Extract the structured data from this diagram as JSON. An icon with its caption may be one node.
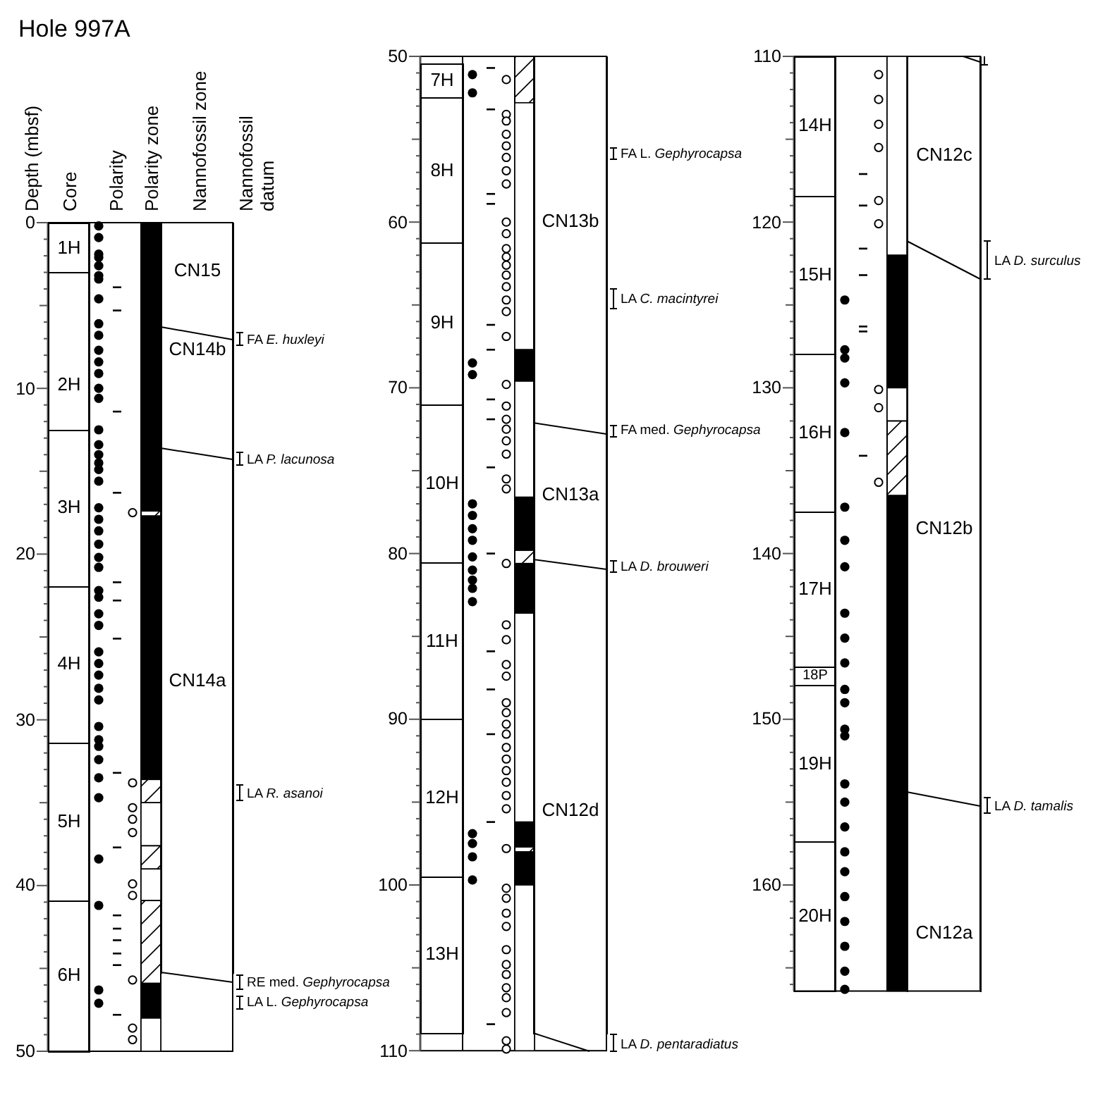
{
  "diagram": {
    "title": "Hole 997A",
    "nodes": [
      {
        "text": [
          "1H"
        ]
      },
      {
        "text": [
          "2H"
        ]
      },
      {
        "text": [
          "3H"
        ]
      },
      {
        "text": [
          "4H"
        ]
      },
      {
        "text": [
          "5H"
        ]
      },
      {
        "text": [
          "6H"
        ]
      },
      {
        "text": [
          "7H"
        ]
      },
      {
        "text": [
          "8H"
        ]
      },
      {
        "text": [
          "9H"
        ]
      },
      {
        "text": [
          "10H"
        ]
      },
      {
        "text": [
          "11H"
        ]
      },
      {
        "text": [
          "12H"
        ]
      },
      {
        "text": [
          "13H"
        ]
      },
      {
        "text": [
          "14H"
        ]
      },
      {
        "text": [
          "15H"
        ]
      },
      {
        "text": [
          "16H"
        ]
      },
      {
        "text": [
          "17H"
        ]
      },
      {
        "text": [
          "18P"
        ]
      },
      {
        "text": [
          "19H"
        ]
      },
      {
        "text": [
          "20H"
        ]
      },
      {
        "text": [
          "CN15"
        ]
      },
      {
        "text": [
          "CN14b"
        ]
      },
      {
        "text": [
          "CN14a"
        ]
      },
      {
        "text": [
          "CN13b"
        ]
      },
      {
        "text": [
          "CN13a"
        ]
      },
      {
        "text": [
          "CN12d"
        ]
      },
      {
        "text": [
          "CN12c"
        ]
      },
      {
        "text": [
          "CN12b"
        ]
      },
      {
        "text": [
          "CN12a"
        ]
      }
    ],
    "labels": [
      "Depth (mbsf)",
      "Core",
      "Polarity",
      "Polarity zone",
      "Nannofossil zone",
      "Nannofossil datum",
      "0",
      "10",
      "20",
      "30",
      "40",
      "50",
      "50",
      "60",
      "70",
      "80",
      "90",
      "100",
      "110",
      "110",
      "120",
      "130",
      "140",
      "150",
      "160",
      "FA *E. huxleyi*",
      "LA *P. lacunosa*",
      "LA *R. asanoi*",
      "RE med. *Gephyrocapsa*",
      "LA L. *Gephyrocapsa*",
      "FA L. *Gephyrocapsa*",
      "LA *C. macintyrei*",
      "FA med. *Gephyrocapsa*",
      "LA *D. brouweri*",
      "LA *D. pentaradiatus*",
      "LA *D. surculus*",
      "LA *D. tamalis*"
    ]
  }
}
